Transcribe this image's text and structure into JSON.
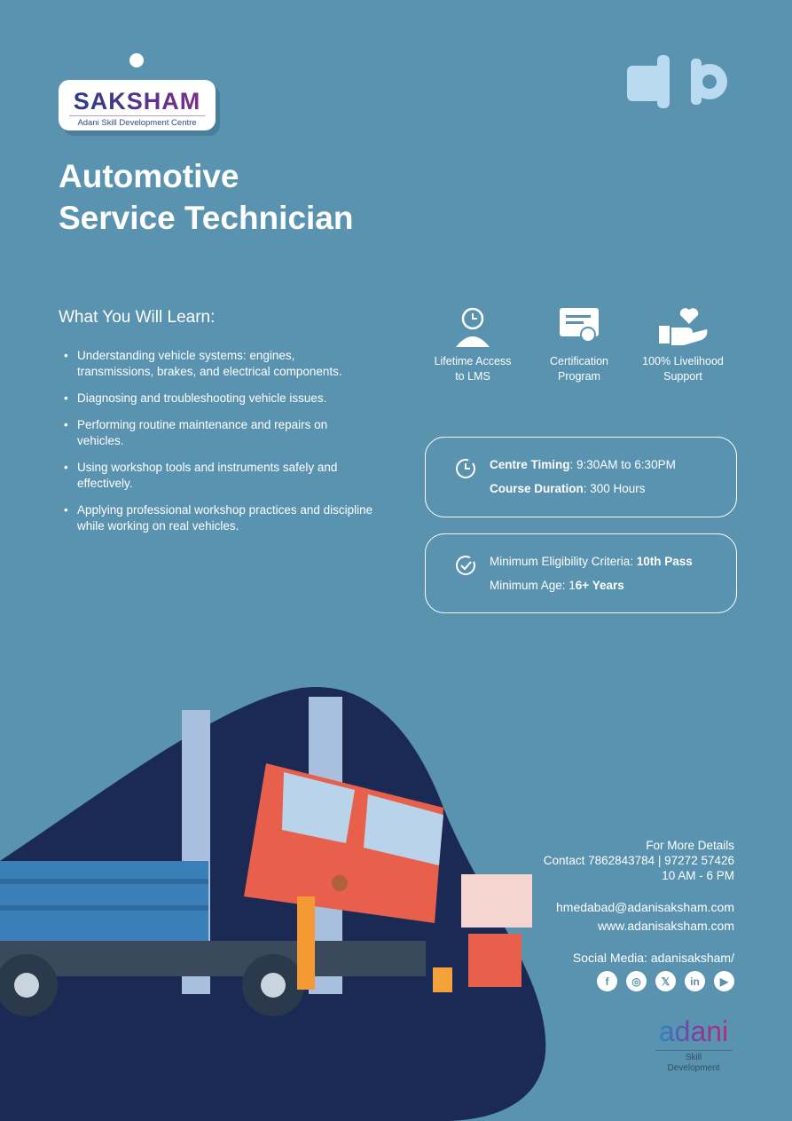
{
  "logo": {
    "name": "SAKSHAM",
    "tagline": "Adani Skill Development Centre"
  },
  "title": {
    "line1": "Automotive",
    "line2": "Service Technician"
  },
  "learn": {
    "heading": "What You Will Learn:",
    "items": [
      "Understanding vehicle systems: engines, transmissions, brakes, and electrical components.",
      "Diagnosing and troubleshooting vehicle issues.",
      "Performing routine maintenance and repairs on vehicles.",
      "Using workshop tools and instruments safely and effectively.",
      "Applying professional workshop practices and discipline while working on real vehicles."
    ]
  },
  "features": [
    {
      "l1": "Lifetime Access",
      "l2": "to LMS"
    },
    {
      "l1": "Certification",
      "l2": "Program"
    },
    {
      "l1": "100% Livelihood",
      "l2": "Support"
    }
  ],
  "timing": {
    "label1": "Centre Timing",
    "value1": ": 9:30AM to 6:30PM",
    "label2": "Course Duration",
    "value2": ": 300 Hours"
  },
  "eligibility": {
    "label1": "Minimum Eligibility Criteria: ",
    "value1": "10th Pass",
    "label2": "Minimum Age: 1",
    "value2": "6+ Years"
  },
  "contact": {
    "l1": "For More Details",
    "l2": "Contact 7862843784 | 97272 57426",
    "l3": "10 AM - 6 PM",
    "email": "hmedabad@adanisaksham.com",
    "web": "www.adanisaksham.com",
    "social": "Social Media: adanisaksham/"
  },
  "social_icons": [
    "f",
    "◎",
    "𝕏",
    "in",
    "▶"
  ],
  "brand": {
    "name": "adani",
    "sub1": "Skill",
    "sub2": "Development"
  },
  "colors": {
    "bg": "#5a93b0",
    "blob": "#1b2a55",
    "truck": "#e8604c"
  }
}
